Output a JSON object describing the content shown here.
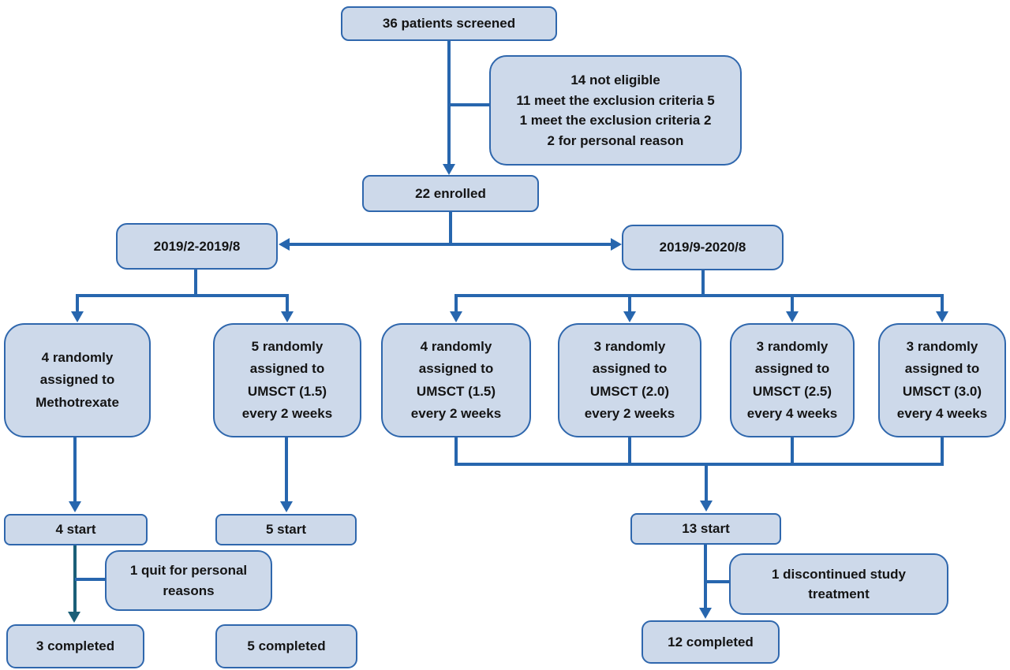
{
  "diagram": {
    "type": "consort-flow",
    "colors": {
      "box_fill": "#cdd9ea",
      "box_border": "#2f67ad",
      "connector_blue": "#2766ae",
      "connector_dark_teal": "#1b5f78",
      "text": "#141414"
    },
    "nodes": {
      "screened": {
        "label": "36 patients screened"
      },
      "not_eligible": {
        "label": "14 not eligible\n11 meet the exclusion criteria 5\n1 meet the exclusion criteria 2\n2 for personal reason"
      },
      "enrolled": {
        "label": "22 enrolled"
      },
      "period_1": {
        "label": "2019/2-2019/8"
      },
      "period_2": {
        "label": "2019/9-2020/8"
      },
      "arm_methotrexate": {
        "label": "4 randomly\nassigned to\nMethotrexate"
      },
      "arm_umsct15_p1": {
        "label": "5 randomly\nassigned to\nUMSCT (1.5)\nevery 2 weeks"
      },
      "arm_umsct15_p2": {
        "label": "4 randomly\nassigned to\nUMSCT (1.5)\nevery 2 weeks"
      },
      "arm_umsct20": {
        "label": "3 randomly\nassigned to\nUMSCT (2.0)\nevery 2 weeks"
      },
      "arm_umsct25": {
        "label": "3 randomly\nassigned to\nUMSCT (2.5)\nevery 4 weeks"
      },
      "arm_umsct30": {
        "label": "3 randomly\nassigned to\nUMSCT (3.0)\nevery 4 weeks"
      },
      "start_methotrexate": {
        "label": "4 start"
      },
      "start_umsct15": {
        "label": "5 start"
      },
      "start_pooled": {
        "label": "13 start"
      },
      "quit": {
        "label": "1 quit for personal\nreasons"
      },
      "discontinued": {
        "label": "1 discontinued study\ntreatment"
      },
      "completed_methotrexate": {
        "label": "3 completed"
      },
      "completed_umsct15": {
        "label": "5 completed"
      },
      "completed_pooled": {
        "label": "12 completed"
      }
    }
  }
}
